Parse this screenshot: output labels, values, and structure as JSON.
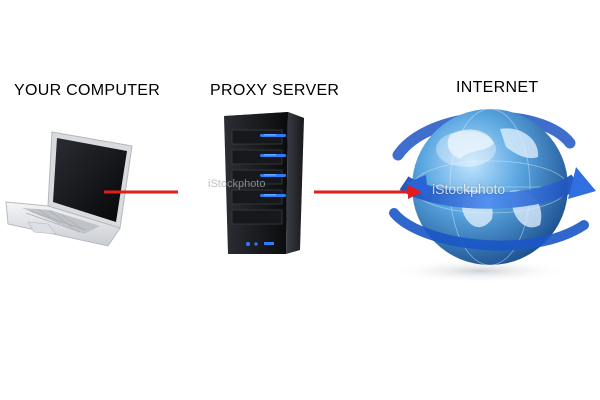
{
  "nodes": [
    {
      "label": "YOUR COMPUTER",
      "icon": "laptop-icon"
    },
    {
      "label": "PROXY SERVER",
      "icon": "server-tower-icon"
    },
    {
      "label": "INTERNET",
      "icon": "globe-icon"
    }
  ],
  "connections": [
    {
      "from": "YOUR COMPUTER",
      "to": "PROXY SERVER",
      "style": "line"
    },
    {
      "from": "PROXY SERVER",
      "to": "INTERNET",
      "style": "arrow"
    }
  ],
  "watermarks": [
    "iStockphoto",
    "iStockphoto"
  ],
  "colors": {
    "connector": "#e41b1b",
    "server_led": "#2f7dff",
    "globe_ocean": "#3b86c8",
    "orbit_arrow": "#1f5fd0",
    "background": "#ffffff"
  }
}
